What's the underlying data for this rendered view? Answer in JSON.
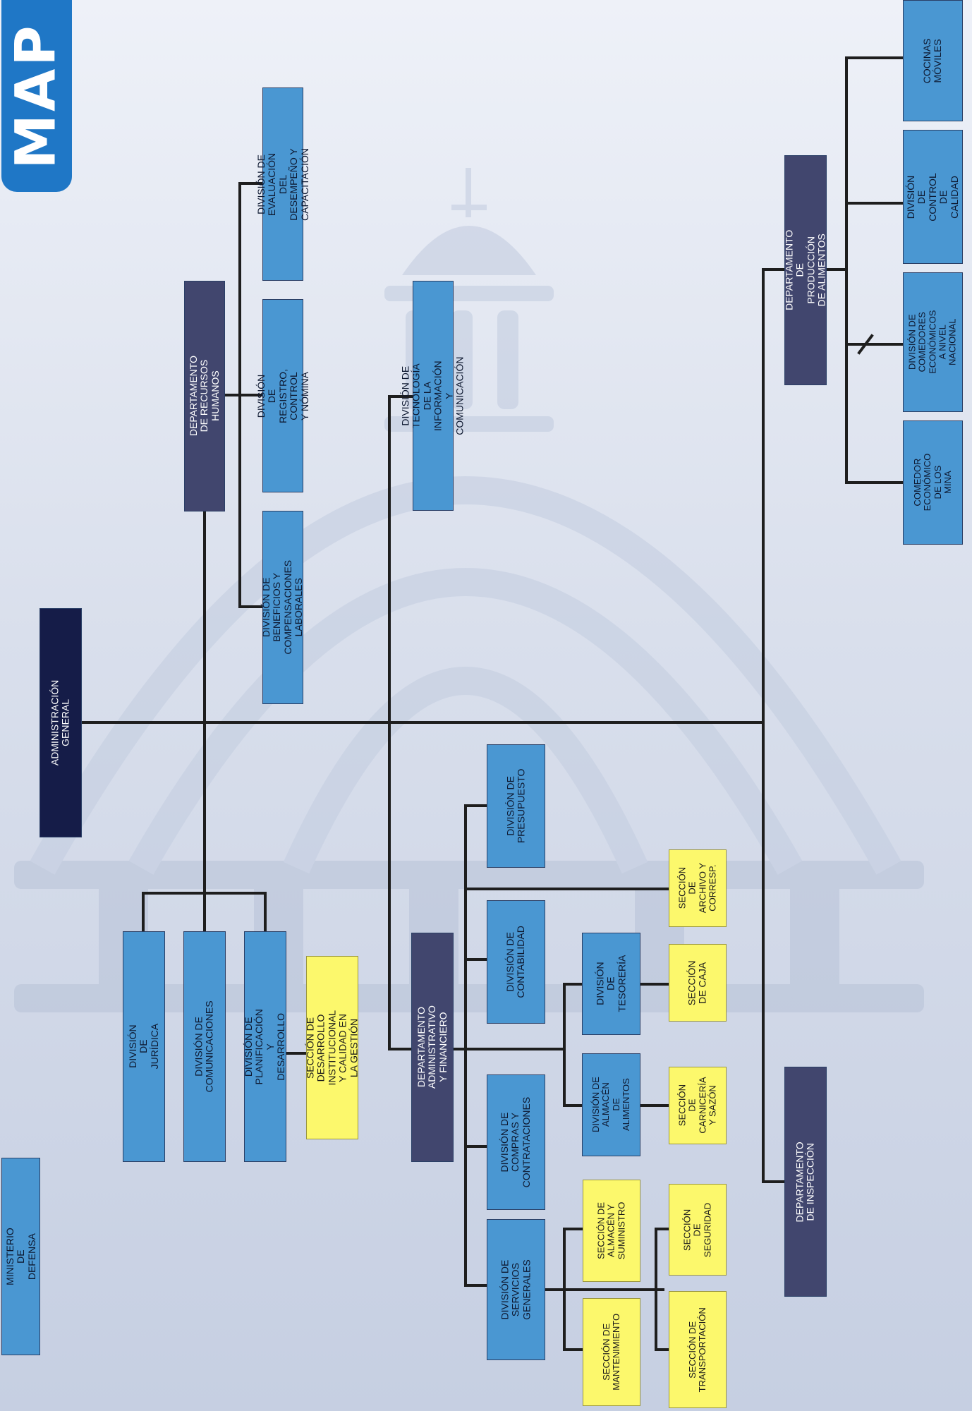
{
  "logo": {
    "text": "MAP"
  },
  "ministry": {
    "label": "MINISTERIO DE DEFENSA"
  },
  "colors": {
    "dark": "#151c48",
    "navy": "#41466e",
    "blue": "#4a97d2",
    "yellow": "#fcf86c",
    "line": "#1e1e1e"
  },
  "units": {
    "admin_general": "ADMINISTRACIÓN GENERAL",
    "rrhh_dept": "DEPARTAMENTO DE RECURSOS HUMANOS",
    "div_eval": "DIVISIÓN DE EVALUACIÓN DEL DESEMPEÑO Y CAPACITACIÓN",
    "div_registro": "DIVISIÓN DE REGISTRO, CONTROL Y NÓMINA",
    "div_beneficios": "DIVISIÓN DE BENEFICIOS Y COMPENSACIONES LABORALES",
    "div_tic": "DIVISIÓN DE TECNOLOGÍA DE LA INFORMACIÓN Y COMUNICACIÓN",
    "prod_dept": "DEPARTAMENTO DE PRODUCCIÓN DE ALIMENTOS",
    "cocinas": "COCINAS MÓVILES",
    "div_calidad": "DIVISIÓN DE CONTROL DE CALIDAD",
    "div_comedores": "DIVISIÓN DE COMEDORES ECONÓMICOS A NIVEL NACIONAL",
    "comedor_mina": "COMEDOR ECONÓMICO DE LOS MINA",
    "div_juridica": "DIVISIÓN DE JURÍDICA",
    "div_comunicaciones": "DIVISIÓN DE COMUNICACIONES",
    "div_planificacion": "DIVISIÓN DE PLANIFICACIÓN Y DESARROLLO",
    "sec_desarrollo": "SECCIÓN DE DESARROLLO INSTITUCIONAL Y CALIDAD EN LA GESTIÓN",
    "adm_fin_dept": "DEPARTAMENTO ADMINISTRATIVO Y FINANCIERO",
    "div_presupuesto": "DIVISIÓN DE PRESUPUESTO",
    "sec_archivo": "SECCIÓN DE ARCHIVO Y CORRESP.",
    "div_contabilidad": "DIVISIÓN DE CONTABILIDAD",
    "div_tesoreria": "DIVISIÓN DE TESORERÍA",
    "sec_caja": "SECCIÓN DE CAJA",
    "div_almacen_alim": "DIVISIÓN DE ALMACÉN DE ALIMENTOS",
    "sec_carniceria": "SECCIÓN DE CARNICERÍA Y SAZÓN",
    "div_compras": "DIVISIÓN DE COMPRAS Y CONTRATACIONES",
    "div_servicios": "DIVISIÓN DE SERVICIOS GENERALES",
    "sec_almacen_sum": "SECCIÓN DE ALMACÉN Y SUMINISTRO",
    "sec_mantenimiento": "SECCIÓN DE MANTENIMIENTO",
    "sec_seguridad": "SECCIÓN DE SEGURIDAD",
    "sec_transportacion": "SECCIÓN DE TRANSPORTACIÓN",
    "inspeccion_dept": "DEPARTAMENTO DE INSPECCIÓN"
  }
}
